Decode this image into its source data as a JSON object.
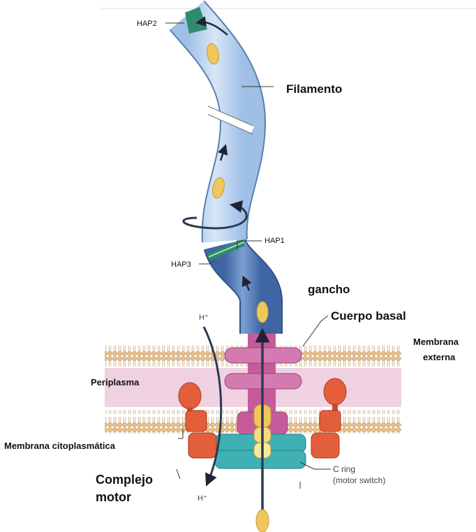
{
  "labels": {
    "hap2": "HAP2",
    "filamento": "Filamento",
    "hap1": "HAP1",
    "hap3": "HAP3",
    "gancho": "gancho",
    "cuerpo_basal": "Cuerpo basal",
    "membrana_externa_1": "Membrana",
    "membrana_externa_2": "externa",
    "periplasma": "Periplasma",
    "membrana_citoplasmatica": "Membrana citoplasmática",
    "complejo_1": "Complejo",
    "complejo_2": "motor",
    "h_plus_top": "H⁺",
    "h_plus_bottom": "H⁺",
    "c_ring_1": "C ring",
    "c_ring_2": "(motor switch)"
  },
  "colors": {
    "filament": "#bcd3ee",
    "filament_edge": "#5a7fb0",
    "hook": "#4f78b4",
    "hap_band": "#2e8c6c",
    "basal_rod": "#c65b9b",
    "basal_disc": "#d37bb0",
    "periplasm": "#ecc6da",
    "membrane_head": "#e9c08a",
    "motor": "#e35f3c",
    "c_ring": "#3fb1b4",
    "export_particle": "#f1c75b"
  },
  "icons": [
    "rotation-arrow-icon",
    "export-arrow-icon",
    "proton-path-icon"
  ]
}
